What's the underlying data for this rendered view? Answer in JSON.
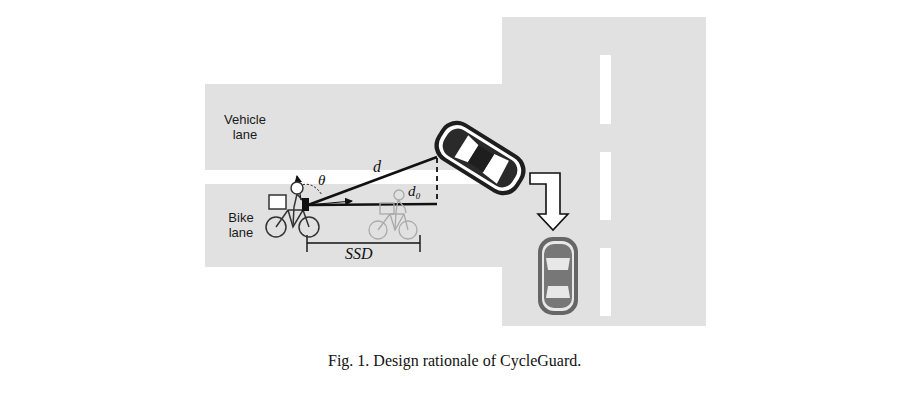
{
  "diagram": {
    "caption": "Fig. 1. Design rationale of CycleGuard.",
    "nodes": [
      {
        "text": [
          "Vehicle lane"
        ]
      },
      {
        "text": [
          "Bike lane"
        ]
      }
    ],
    "labels": [
      "θ",
      "d",
      "d₀",
      "SSD"
    ]
  }
}
